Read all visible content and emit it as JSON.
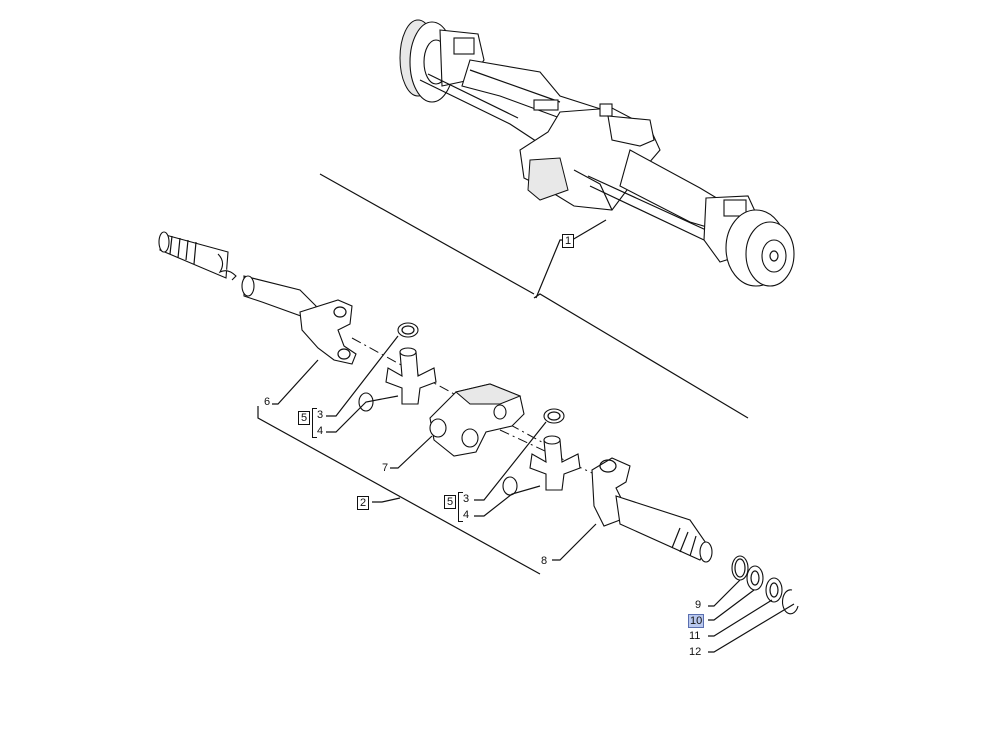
{
  "diagram": {
    "callouts": {
      "c1": "1",
      "c2": "2",
      "c3a": "3",
      "c4a": "4",
      "c5a": "5",
      "c3b": "3",
      "c4b": "4",
      "c5b": "5",
      "c6": "6",
      "c7": "7",
      "c8": "8",
      "c9": "9",
      "c10": "10",
      "c11": "11",
      "c12": "12"
    },
    "highlighted_callout": "10",
    "colors": {
      "line": "#111111",
      "highlight": "#b9c8ee"
    }
  }
}
